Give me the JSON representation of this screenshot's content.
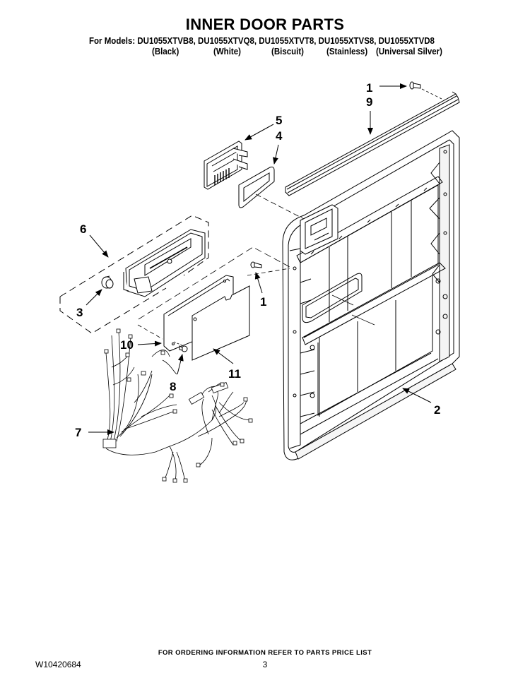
{
  "header": {
    "title": "INNER DOOR PARTS",
    "models_line": "For Models: DU1055XTVB8, DU1055XTVQ8, DU1055XTVT8, DU1055XTVS8, DU1055XTVD8",
    "colors": [
      "(Black)",
      "(White)",
      "(Biscuit)",
      "(Stainless)",
      "(Universal Silver)"
    ]
  },
  "diagram": {
    "callouts": [
      {
        "id": "1a",
        "label": "1",
        "part": "screw-top"
      },
      {
        "id": "9",
        "label": "9",
        "part": "top-trim-strip"
      },
      {
        "id": "5",
        "label": "5",
        "part": "vent-assembly"
      },
      {
        "id": "4",
        "label": "4",
        "part": "vent-gasket"
      },
      {
        "id": "6",
        "label": "6",
        "part": "dispenser-assembly"
      },
      {
        "id": "3",
        "label": "3",
        "part": "rinse-aid-cap"
      },
      {
        "id": "1b",
        "label": "1",
        "part": "screw-middle"
      },
      {
        "id": "10",
        "label": "10",
        "part": "insulation-panel"
      },
      {
        "id": "8",
        "label": "8",
        "part": "screw-lower"
      },
      {
        "id": "11",
        "label": "11",
        "part": "shield-panel"
      },
      {
        "id": "7",
        "label": "7",
        "part": "wire-harness"
      },
      {
        "id": "2",
        "label": "2",
        "part": "inner-door-panel"
      }
    ]
  },
  "footer": {
    "ordering_note": "FOR ORDERING INFORMATION REFER TO PARTS PRICE LIST",
    "doc_id": "W10420684",
    "page_number": "3"
  }
}
